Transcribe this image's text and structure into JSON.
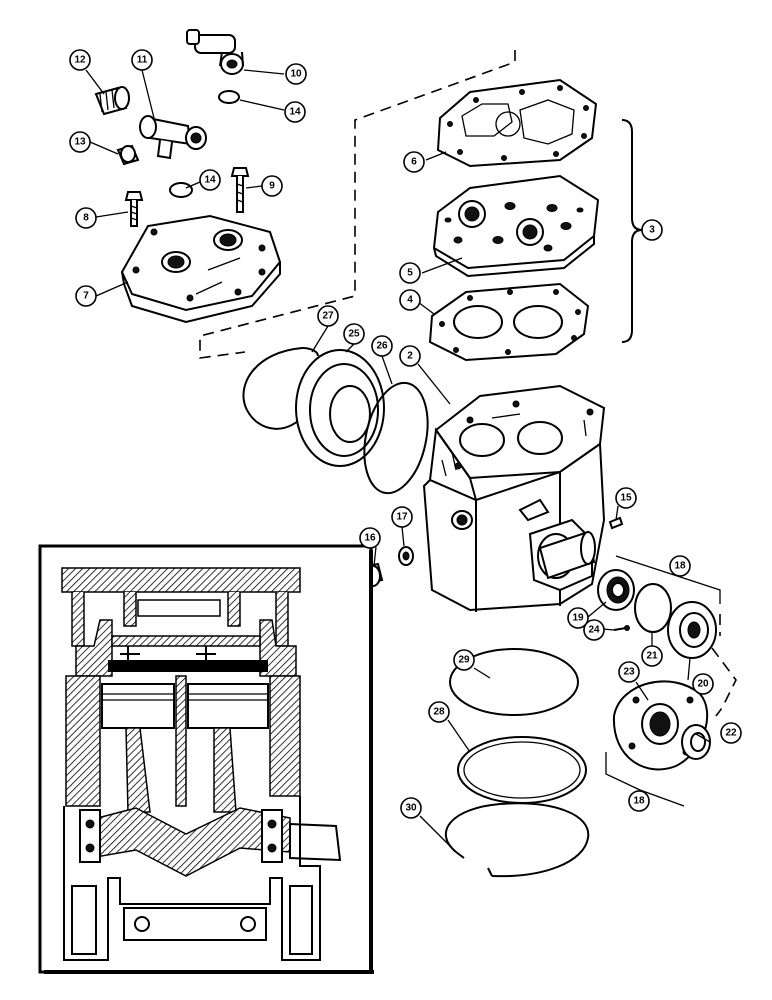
{
  "callouts": [
    {
      "id": "c12",
      "label": "12"
    },
    {
      "id": "c11",
      "label": "11"
    },
    {
      "id": "c10",
      "label": "10"
    },
    {
      "id": "c14a",
      "label": "14"
    },
    {
      "id": "c13",
      "label": "13"
    },
    {
      "id": "c14b",
      "label": "14"
    },
    {
      "id": "c9",
      "label": "9"
    },
    {
      "id": "c8",
      "label": "8"
    },
    {
      "id": "c7",
      "label": "7"
    },
    {
      "id": "c6",
      "label": "6"
    },
    {
      "id": "c3",
      "label": "3"
    },
    {
      "id": "c5",
      "label": "5"
    },
    {
      "id": "c4",
      "label": "4"
    },
    {
      "id": "c27",
      "label": "27"
    },
    {
      "id": "c25",
      "label": "25"
    },
    {
      "id": "c26",
      "label": "26"
    },
    {
      "id": "c2",
      "label": "2"
    },
    {
      "id": "c15",
      "label": "15"
    },
    {
      "id": "c17",
      "label": "17"
    },
    {
      "id": "c16",
      "label": "16"
    },
    {
      "id": "c18a",
      "label": "18"
    },
    {
      "id": "c19",
      "label": "19"
    },
    {
      "id": "c24",
      "label": "24"
    },
    {
      "id": "c21",
      "label": "21"
    },
    {
      "id": "c20",
      "label": "20"
    },
    {
      "id": "c29",
      "label": "29"
    },
    {
      "id": "c23",
      "label": "23"
    },
    {
      "id": "c28",
      "label": "28"
    },
    {
      "id": "c22",
      "label": "22"
    },
    {
      "id": "c30",
      "label": "30"
    },
    {
      "id": "c18b",
      "label": "18"
    }
  ]
}
